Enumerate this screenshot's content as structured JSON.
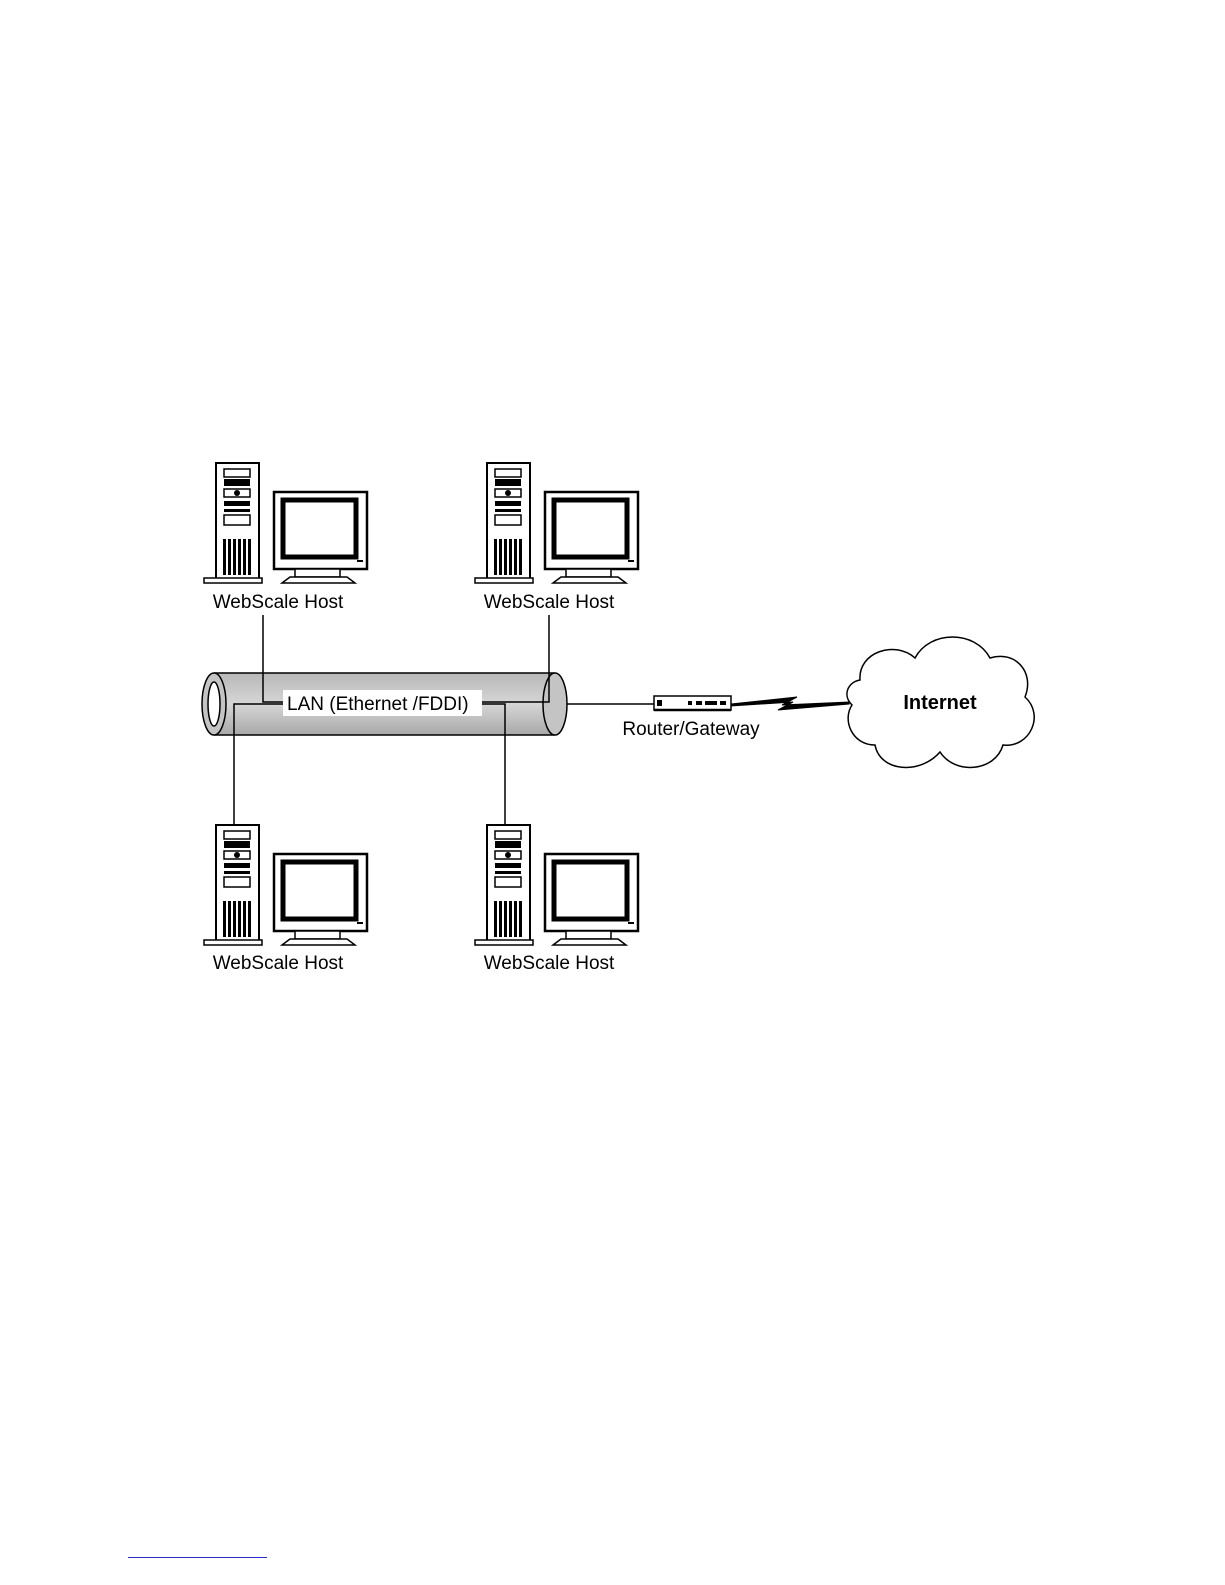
{
  "diagram": {
    "hosts": [
      {
        "label": "WebScale Host"
      },
      {
        "label": "WebScale Host"
      },
      {
        "label": "WebScale Host"
      },
      {
        "label": "WebScale Host"
      }
    ],
    "lan": {
      "label": "LAN (Ethernet /FDDI)"
    },
    "router": {
      "label": "Router/Gateway"
    },
    "internet": {
      "label": "Internet"
    }
  }
}
